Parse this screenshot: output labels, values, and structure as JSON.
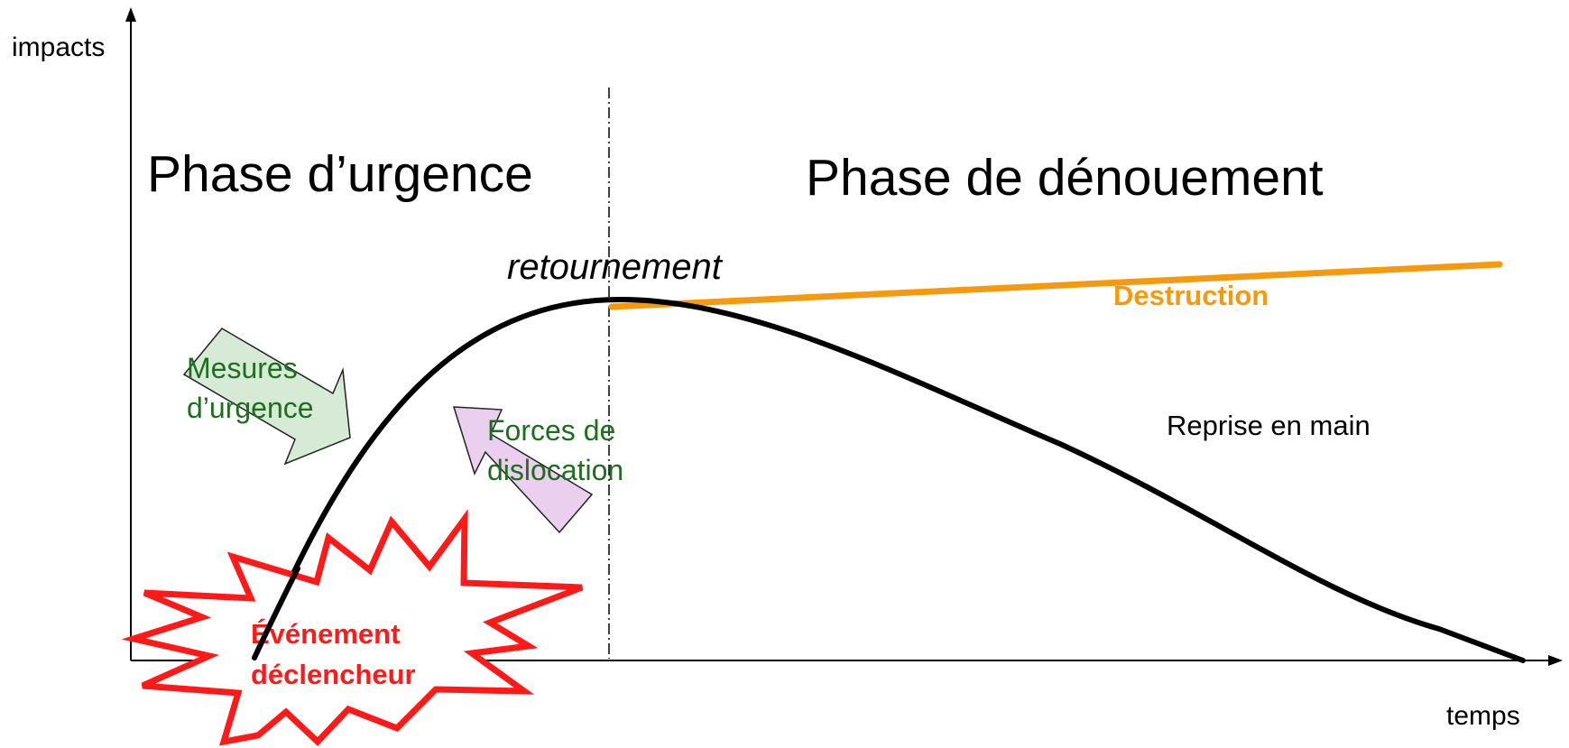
{
  "axes": {
    "y_label": "impacts",
    "x_label": "temps"
  },
  "phases": {
    "left": "Phase d’urgence",
    "right": "Phase de dénouement"
  },
  "labels": {
    "turning_point": "retournement",
    "destruction": "Destruction",
    "recovery": "Reprise en main",
    "emergency_measures_line1": "Mesures",
    "emergency_measures_line2": "d’urgence",
    "dislocation_forces_line1": "Forces de",
    "dislocation_forces_line2": "dislocation",
    "trigger_event_line1": "Événement",
    "trigger_event_line2": "déclencheur"
  },
  "colors": {
    "axis": "#000000",
    "curve": "#000000",
    "destruction_line": "#f59a0e",
    "destruction_text": "#f59a0e",
    "green_text": "#1e6e1e",
    "green_arrow_fill": "#d6ead6",
    "purple_arrow_fill": "#ebcfee",
    "burst": "#ff0000"
  },
  "icons": {
    "burst": "explosion-burst-icon",
    "green_arrow": "down-right-arrow-icon",
    "purple_arrow": "up-left-arrow-icon"
  }
}
